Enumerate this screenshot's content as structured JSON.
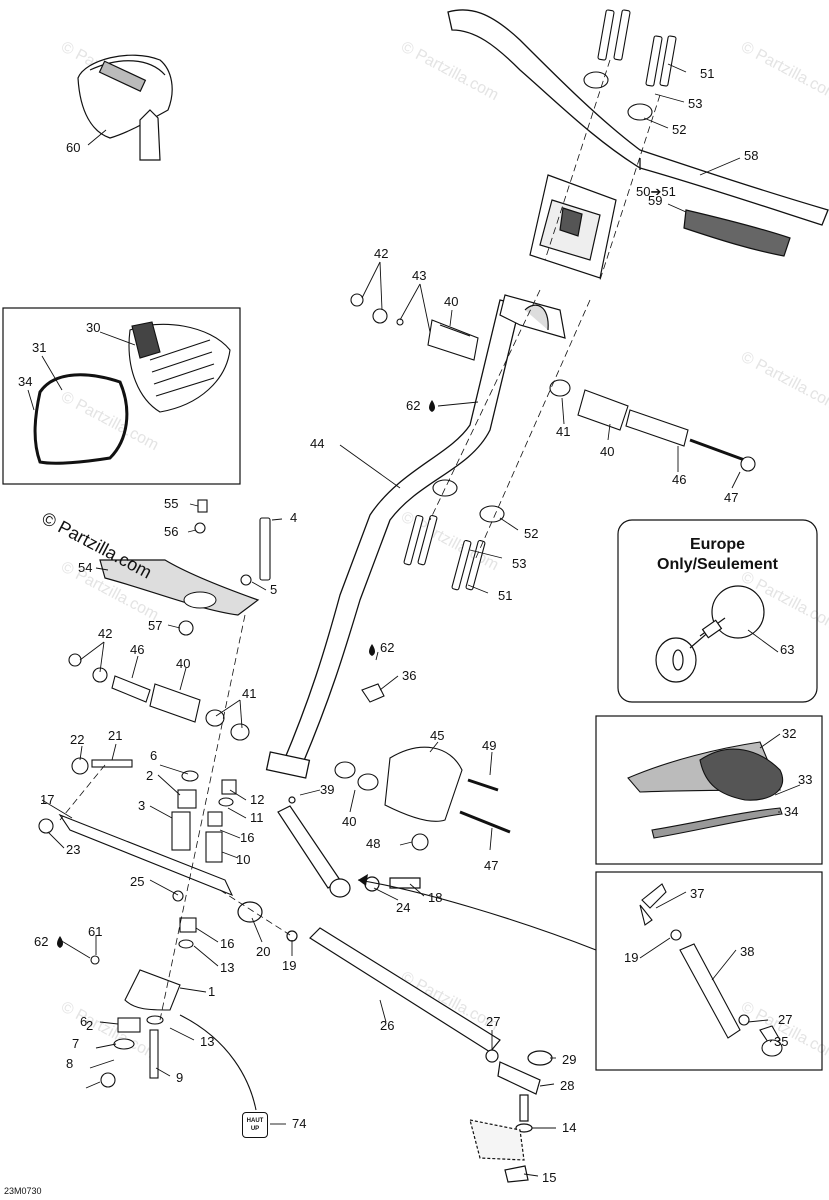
{
  "diagram": {
    "copyright": "© Partzilla.com",
    "watermark": "© Partzilla.com",
    "diagram_id": "23M0730",
    "europe_box": {
      "title_line1": "Europe",
      "title_line2": "Only/Seulement"
    },
    "haut_label": {
      "line1": "HAUT",
      "line2": "UP"
    },
    "callouts": [
      {
        "id": "c51a",
        "label": "51"
      },
      {
        "id": "c53a",
        "label": "53"
      },
      {
        "id": "c52a",
        "label": "52"
      },
      {
        "id": "c58",
        "label": "58"
      },
      {
        "id": "c5051",
        "label": "50➔51"
      },
      {
        "id": "c59",
        "label": "59"
      },
      {
        "id": "c60",
        "label": "60"
      },
      {
        "id": "c42a",
        "label": "42"
      },
      {
        "id": "c43",
        "label": "43"
      },
      {
        "id": "c40a",
        "label": "40"
      },
      {
        "id": "c30",
        "label": "30"
      },
      {
        "id": "c31",
        "label": "31"
      },
      {
        "id": "c34a",
        "label": "34"
      },
      {
        "id": "c62a",
        "label": "62"
      },
      {
        "id": "c41a",
        "label": "41"
      },
      {
        "id": "c40b",
        "label": "40"
      },
      {
        "id": "c46a",
        "label": "46"
      },
      {
        "id": "c47a",
        "label": "47"
      },
      {
        "id": "c44",
        "label": "44"
      },
      {
        "id": "c55",
        "label": "55"
      },
      {
        "id": "c4",
        "label": "4"
      },
      {
        "id": "c56",
        "label": "56"
      },
      {
        "id": "c54",
        "label": "54"
      },
      {
        "id": "c5",
        "label": "5"
      },
      {
        "id": "c57",
        "label": "57"
      },
      {
        "id": "c52b",
        "label": "52"
      },
      {
        "id": "c53b",
        "label": "53"
      },
      {
        "id": "c51b",
        "label": "51"
      },
      {
        "id": "c63",
        "label": "63"
      },
      {
        "id": "c42b",
        "label": "42"
      },
      {
        "id": "c46b",
        "label": "46"
      },
      {
        "id": "c40c",
        "label": "40"
      },
      {
        "id": "c62b",
        "label": "62"
      },
      {
        "id": "c36",
        "label": "36"
      },
      {
        "id": "c41b",
        "label": "41"
      },
      {
        "id": "c22",
        "label": "22"
      },
      {
        "id": "c21",
        "label": "21"
      },
      {
        "id": "c6a",
        "label": "6"
      },
      {
        "id": "c2a",
        "label": "2"
      },
      {
        "id": "c12",
        "label": "12"
      },
      {
        "id": "c3",
        "label": "3"
      },
      {
        "id": "c11",
        "label": "11"
      },
      {
        "id": "c17",
        "label": "17"
      },
      {
        "id": "c16a",
        "label": "16"
      },
      {
        "id": "c23",
        "label": "23"
      },
      {
        "id": "c10",
        "label": "10"
      },
      {
        "id": "c45",
        "label": "45"
      },
      {
        "id": "c49",
        "label": "49"
      },
      {
        "id": "c39",
        "label": "39"
      },
      {
        "id": "c40d",
        "label": "40"
      },
      {
        "id": "c48",
        "label": "48"
      },
      {
        "id": "c47b",
        "label": "47"
      },
      {
        "id": "c32",
        "label": "32"
      },
      {
        "id": "c33",
        "label": "33"
      },
      {
        "id": "c34b",
        "label": "34"
      },
      {
        "id": "c25",
        "label": "25"
      },
      {
        "id": "c24",
        "label": "24"
      },
      {
        "id": "c18",
        "label": "18"
      },
      {
        "id": "c16b",
        "label": "16"
      },
      {
        "id": "c13a",
        "label": "13"
      },
      {
        "id": "c20",
        "label": "20"
      },
      {
        "id": "c19a",
        "label": "19"
      },
      {
        "id": "c62c",
        "label": "62"
      },
      {
        "id": "c61",
        "label": "61"
      },
      {
        "id": "c1",
        "label": "1"
      },
      {
        "id": "c37",
        "label": "37"
      },
      {
        "id": "c19b",
        "label": "19"
      },
      {
        "id": "c38",
        "label": "38"
      },
      {
        "id": "c2b",
        "label": "2"
      },
      {
        "id": "c26",
        "label": "26"
      },
      {
        "id": "c27a",
        "label": "27"
      },
      {
        "id": "c27b",
        "label": "27"
      },
      {
        "id": "c6b",
        "label": "6"
      },
      {
        "id": "c13b",
        "label": "13"
      },
      {
        "id": "c35",
        "label": "35"
      },
      {
        "id": "c7",
        "label": "7"
      },
      {
        "id": "c29",
        "label": "29"
      },
      {
        "id": "c8",
        "label": "8"
      },
      {
        "id": "c9",
        "label": "9"
      },
      {
        "id": "c28",
        "label": "28"
      },
      {
        "id": "c74",
        "label": "74"
      },
      {
        "id": "c14",
        "label": "14"
      },
      {
        "id": "c15",
        "label": "15"
      }
    ]
  }
}
